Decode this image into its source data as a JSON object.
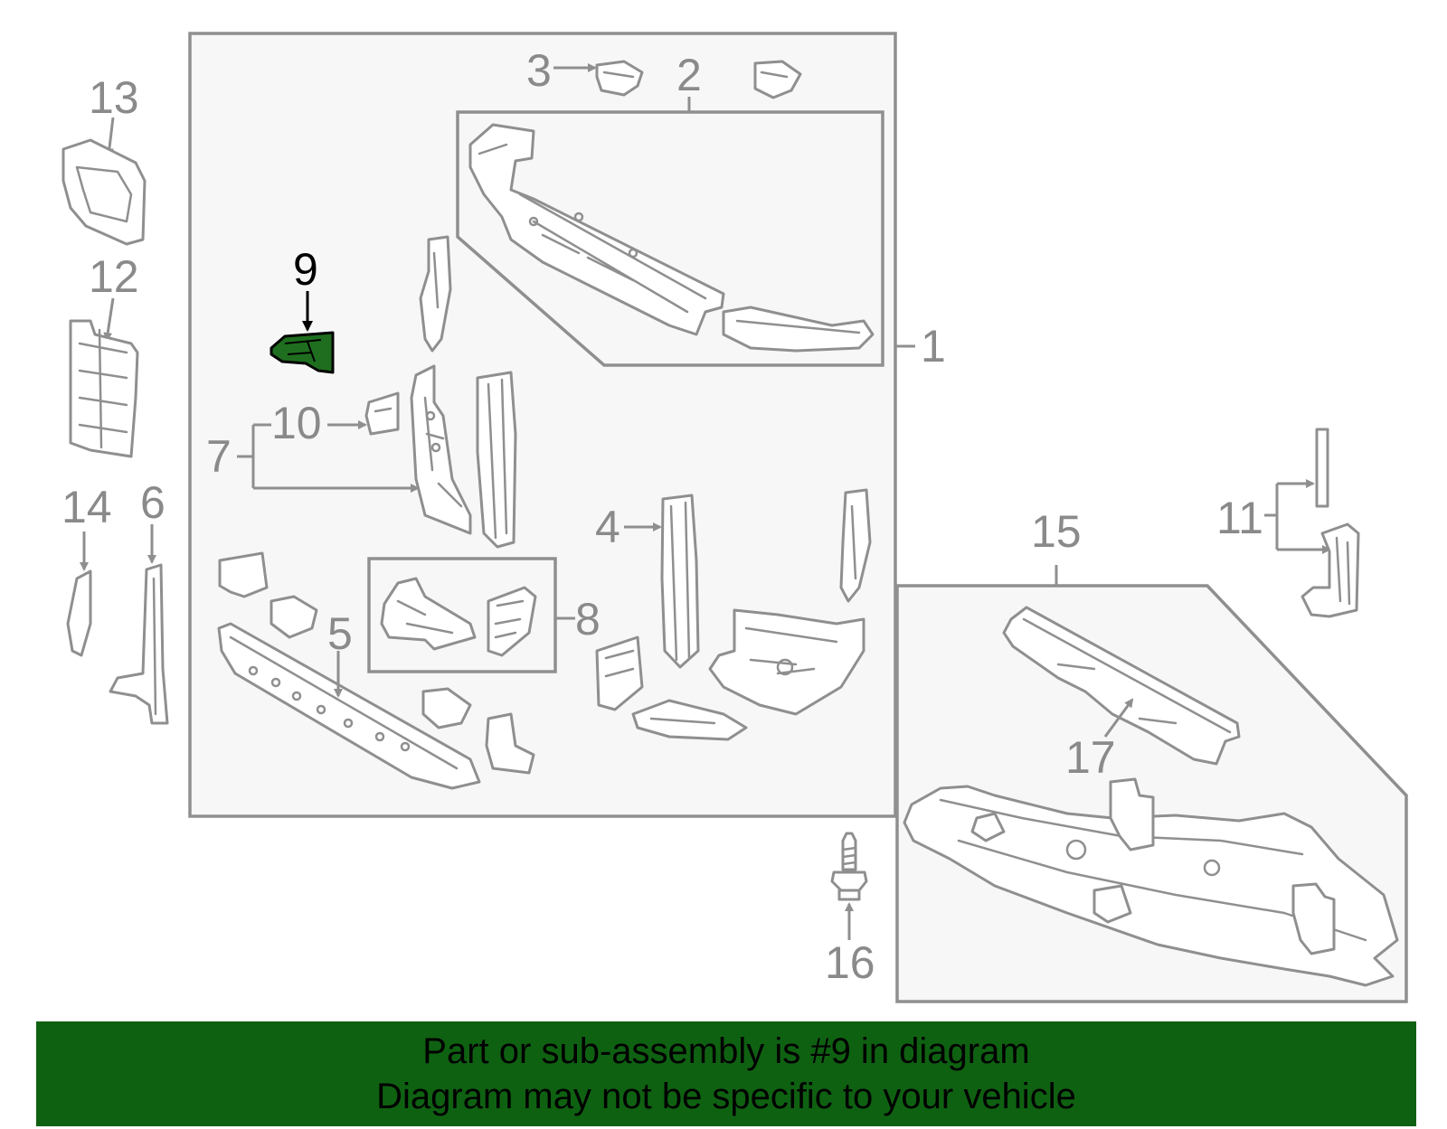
{
  "diagram": {
    "labels": {
      "callout_1": "1",
      "callout_2": "2",
      "callout_3": "3",
      "callout_4": "4",
      "callout_5": "5",
      "callout_6": "6",
      "callout_7": "7",
      "callout_8": "8",
      "callout_9": "9",
      "callout_10": "10",
      "callout_11": "11",
      "callout_12": "12",
      "callout_13": "13",
      "callout_14": "14",
      "callout_15": "15",
      "callout_16": "16",
      "callout_17": "17"
    },
    "highlighted_part": "9",
    "colors": {
      "highlight_fill": "#1f6e1f",
      "line": "#8f8f8f",
      "banner": "#0f6112"
    }
  },
  "banner": {
    "line1": "Part or sub-assembly is #9 in diagram",
    "line2": "Diagram may not be specific to your vehicle"
  }
}
